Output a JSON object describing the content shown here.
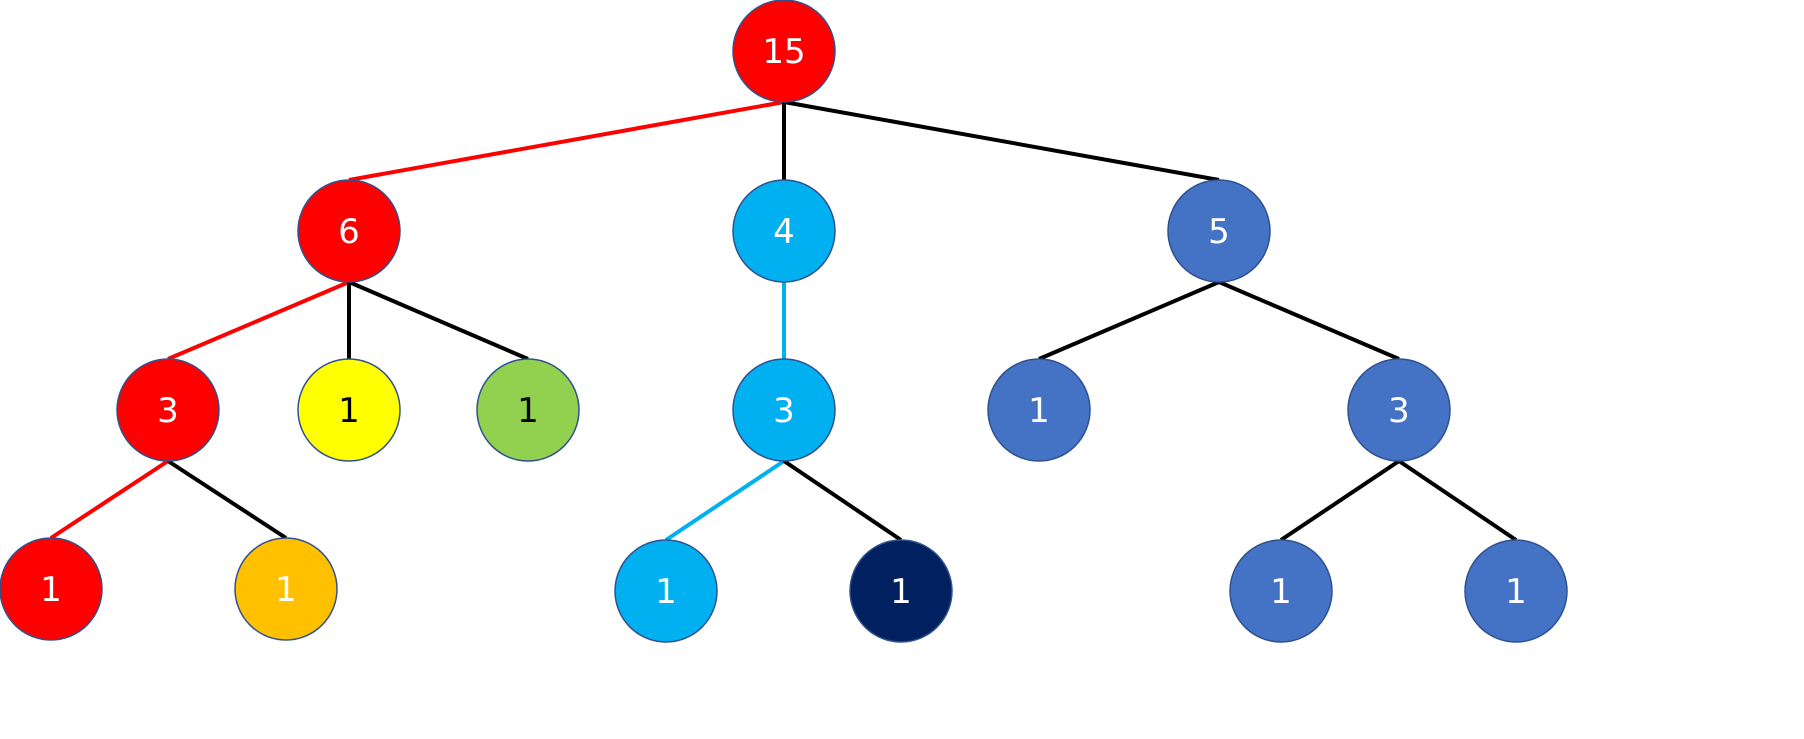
{
  "tree": {
    "nodes": [
      {
        "id": "root",
        "value": "15",
        "fill": "#ff0000",
        "text_color": "#ffffff"
      },
      {
        "id": "a",
        "value": "6",
        "fill": "#ff0000",
        "text_color": "#ffffff"
      },
      {
        "id": "b",
        "value": "4",
        "fill": "#00b0f0",
        "text_color": "#ffffff"
      },
      {
        "id": "c",
        "value": "5",
        "fill": "#4472c4",
        "text_color": "#ffffff"
      },
      {
        "id": "a1",
        "value": "3",
        "fill": "#ff0000",
        "text_color": "#ffffff"
      },
      {
        "id": "a2",
        "value": "1",
        "fill": "#ffff00",
        "text_color": "#000000"
      },
      {
        "id": "a3",
        "value": "1",
        "fill": "#92d050",
        "text_color": "#000000"
      },
      {
        "id": "b1",
        "value": "3",
        "fill": "#00b0f0",
        "text_color": "#ffffff"
      },
      {
        "id": "c1",
        "value": "1",
        "fill": "#4472c4",
        "text_color": "#ffffff"
      },
      {
        "id": "c2",
        "value": "3",
        "fill": "#4472c4",
        "text_color": "#ffffff"
      },
      {
        "id": "a1a",
        "value": "1",
        "fill": "#ff0000",
        "text_color": "#ffffff"
      },
      {
        "id": "a1b",
        "value": "1",
        "fill": "#ffc000",
        "text_color": "#ffffff"
      },
      {
        "id": "b1a",
        "value": "1",
        "fill": "#00b0f0",
        "text_color": "#ffffff"
      },
      {
        "id": "b1b",
        "value": "1",
        "fill": "#002060",
        "text_color": "#ffffff"
      },
      {
        "id": "c2a",
        "value": "1",
        "fill": "#4472c4",
        "text_color": "#ffffff"
      },
      {
        "id": "c2b",
        "value": "1",
        "fill": "#4472c4",
        "text_color": "#ffffff"
      }
    ],
    "edges": [
      {
        "from": "root",
        "to": "a",
        "color": "#ff0000"
      },
      {
        "from": "root",
        "to": "b",
        "color": "#000000"
      },
      {
        "from": "root",
        "to": "c",
        "color": "#000000"
      },
      {
        "from": "a",
        "to": "a1",
        "color": "#ff0000"
      },
      {
        "from": "a",
        "to": "a2",
        "color": "#000000"
      },
      {
        "from": "a",
        "to": "a3",
        "color": "#000000"
      },
      {
        "from": "b",
        "to": "b1",
        "color": "#00b0f0"
      },
      {
        "from": "c",
        "to": "c1",
        "color": "#000000"
      },
      {
        "from": "c",
        "to": "c2",
        "color": "#000000"
      },
      {
        "from": "a1",
        "to": "a1a",
        "color": "#ff0000"
      },
      {
        "from": "a1",
        "to": "a1b",
        "color": "#000000"
      },
      {
        "from": "b1",
        "to": "b1a",
        "color": "#00b0f0"
      },
      {
        "from": "b1",
        "to": "b1b",
        "color": "#000000"
      },
      {
        "from": "c2",
        "to": "c2a",
        "color": "#000000"
      },
      {
        "from": "c2",
        "to": "c2b",
        "color": "#000000"
      }
    ],
    "node_stroke": "#2f528f"
  }
}
